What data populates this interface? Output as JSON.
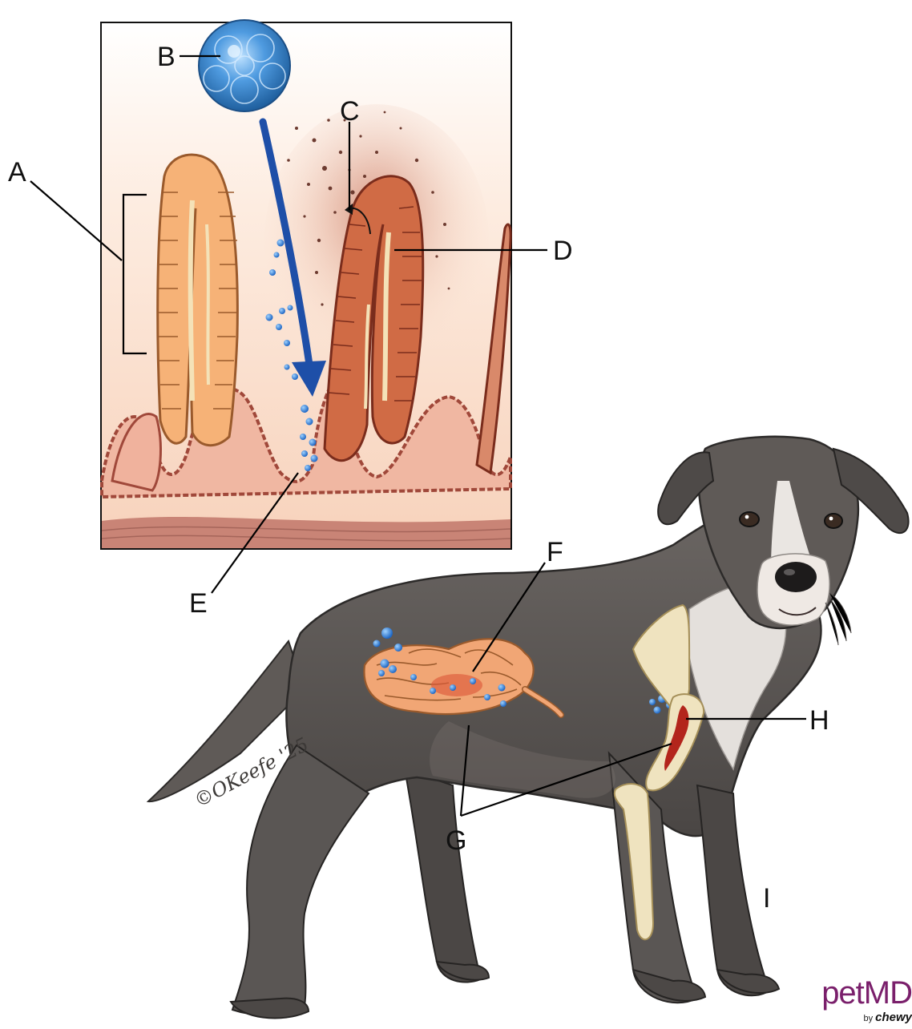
{
  "labels": {
    "A": "A",
    "B": "B",
    "C": "C",
    "D": "D",
    "E": "E",
    "F": "F",
    "G": "G",
    "H": "H",
    "I": "I"
  },
  "signature": "©OKeefe '25",
  "logo": {
    "main": "petMD",
    "sub_prefix": "by",
    "sub_brand": "chewy"
  },
  "colors": {
    "dog_coat": "#5f5a57",
    "dog_chest": "#e4e0dc",
    "villus_healthy": "#f3a25d",
    "villus_damaged": "#c8623c",
    "virus": "#3f8fd0",
    "arrow": "#1e4fa8",
    "intestine": "#f1a675",
    "bone": "#efe3bf",
    "marrow": "#b3251c",
    "inset_background": "#fbe4d4",
    "logo": "#7a1f6b"
  }
}
